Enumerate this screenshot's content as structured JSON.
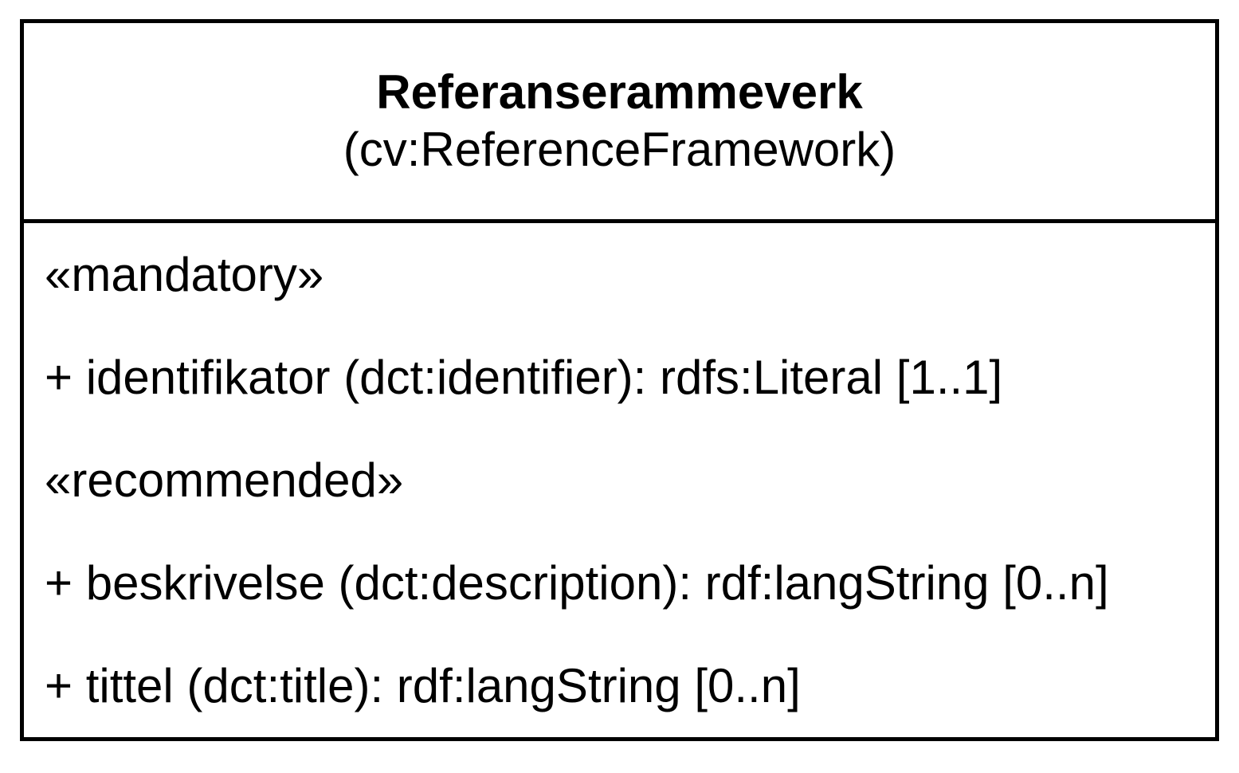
{
  "uml_class": {
    "title": "Referanserammeverk",
    "uri_label": "(cv:ReferenceFramework)",
    "body_lines": [
      {
        "kind": "stereotype",
        "text": "«mandatory»"
      },
      {
        "kind": "attribute",
        "text": "+ identifikator (dct:identifier): rdfs:Literal [1..1]"
      },
      {
        "kind": "stereotype",
        "text": "«recommended»"
      },
      {
        "kind": "attribute",
        "text": "+ beskrivelse (dct:description): rdf:langString [0..n]"
      },
      {
        "kind": "attribute",
        "text": "+ tittel (dct:title): rdf:langString [0..n]"
      }
    ],
    "colors": {
      "border": "#000000",
      "text": "#000000",
      "background": "#ffffff"
    }
  }
}
